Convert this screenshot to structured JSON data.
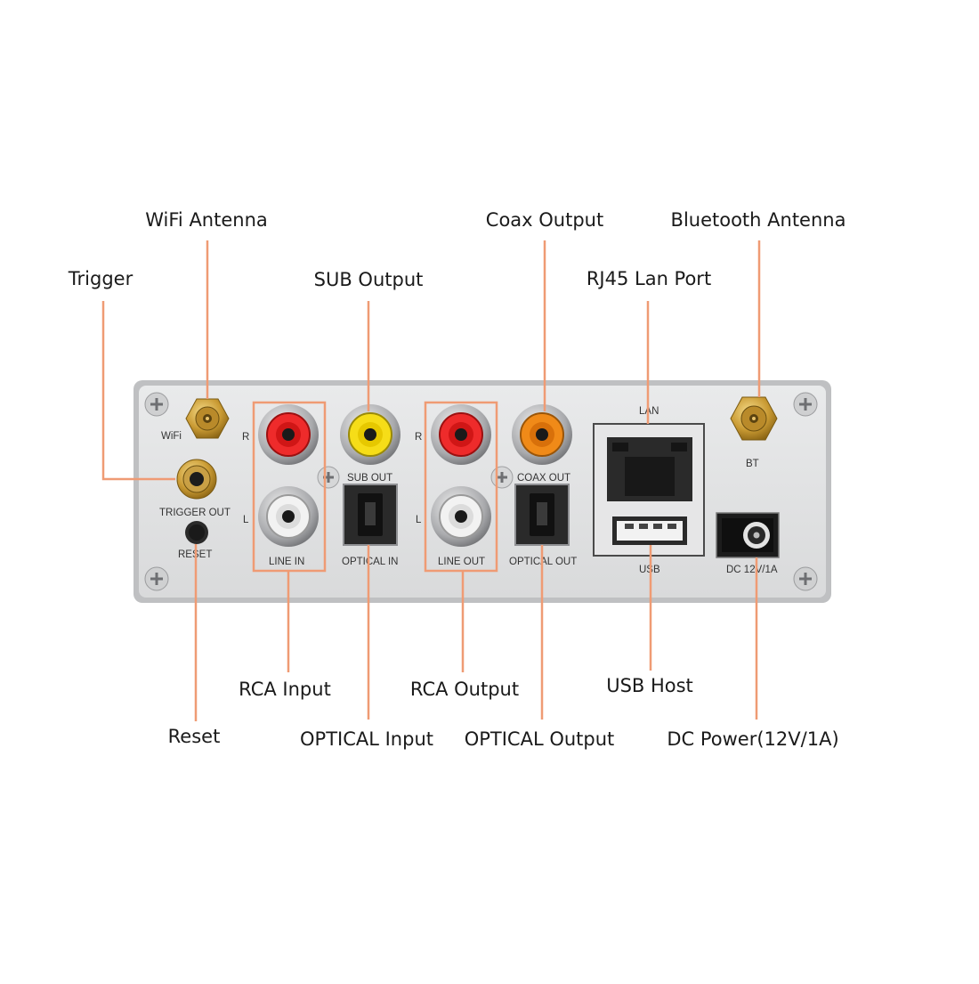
{
  "accent_color": "#ef9b74",
  "callouts": {
    "wifi_antenna": "WiFi Antenna",
    "trigger": "Trigger",
    "sub_output": "SUB Output",
    "coax_output": "Coax Output",
    "rj45_lan_port": "RJ45 Lan Port",
    "bluetooth_antenna": "Bluetooth Antenna",
    "rca_input": "RCA Input",
    "reset": "Reset",
    "optical_input": "OPTICAL Input",
    "rca_output": "RCA Output",
    "optical_output": "OPTICAL Output",
    "usb_host": "USB Host",
    "dc_power": "DC Power(12V/1A)"
  },
  "panel_labels": {
    "wifi": "WiFi",
    "trigger_out": "TRIGGER OUT",
    "reset": "RESET",
    "line_in": "LINE IN",
    "sub_out": "SUB OUT",
    "optical_in": "OPTICAL IN",
    "line_out": "LINE OUT",
    "coax_out": "COAX OUT",
    "optical_out": "OPTICAL OUT",
    "lan": "LAN",
    "usb": "USB",
    "bt": "BT",
    "dc": "DC 12V/1A",
    "r_in": "R",
    "l_in": "L",
    "r_out": "R",
    "l_out": "L"
  }
}
